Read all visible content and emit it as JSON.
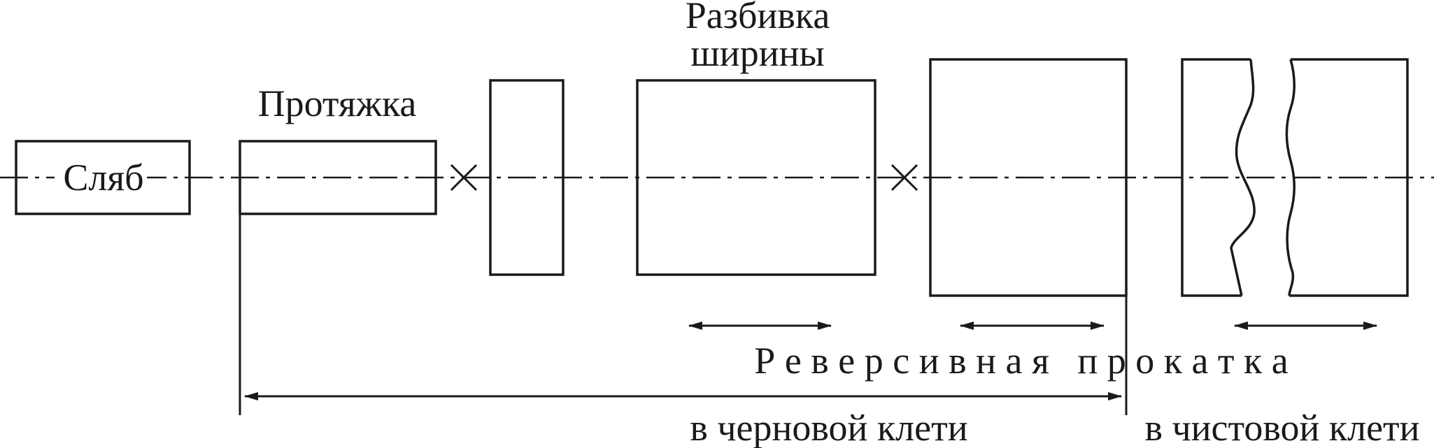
{
  "diagram": {
    "labels": {
      "slab": "Сляб",
      "drawing": "Протяжка",
      "width_breakdown_line1": "Разбивка",
      "width_breakdown_line2": "ширины",
      "reversing_rolling": "Р е в е р с и в н а я   п р о к а т к а",
      "roughing_stand": "в черновой клети",
      "finishing_stand": "в чистовой клети"
    },
    "colors": {
      "stroke": "#1a1a1a",
      "background": "#ffffff"
    },
    "icons": {
      "rotation_mark": "cross-icon",
      "direction_arrow": "double-arrow-icon"
    }
  }
}
